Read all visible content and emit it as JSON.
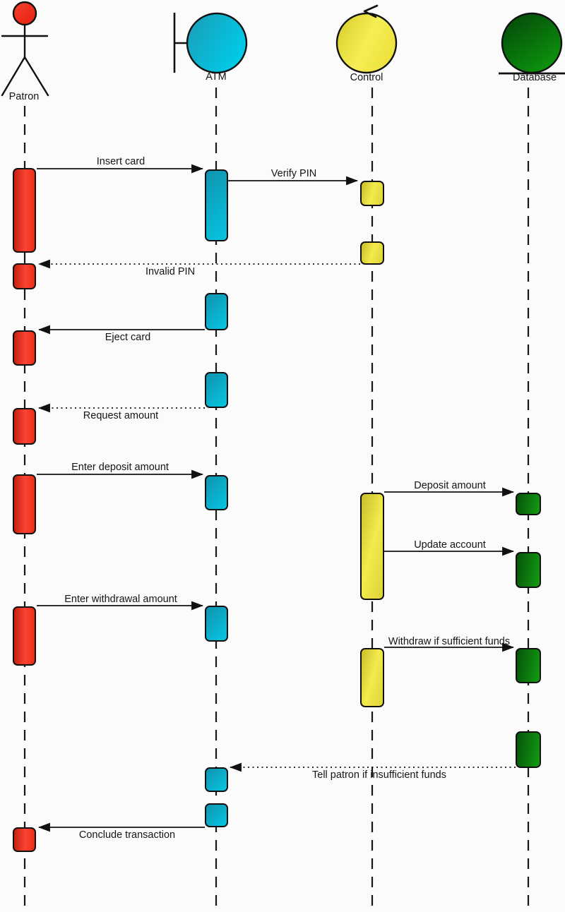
{
  "diagram_type": "UML sequence diagram",
  "colors": {
    "patron_red": "#ee3322",
    "atm_cyan": "#00bcd8",
    "control_yellow": "#ece23c",
    "database_green": "#0b7d0b",
    "line_black": "#111111",
    "background": "#fbfbfb"
  },
  "actors": [
    {
      "label": "Patron",
      "kind": "actor (stick figure)"
    },
    {
      "label": "ATM",
      "kind": "boundary object"
    },
    {
      "label": "Control",
      "kind": "control object"
    },
    {
      "label": "Database",
      "kind": "entity object"
    }
  ],
  "messages": [
    {
      "label": "Insert card",
      "from": "Patron",
      "to": "ATM",
      "line": "solid"
    },
    {
      "label": "Verify PIN",
      "from": "ATM",
      "to": "Control",
      "line": "solid"
    },
    {
      "label": "Invalid PIN",
      "from": "Control",
      "to": "Patron",
      "line": "dotted"
    },
    {
      "label": "Eject card",
      "from": "ATM",
      "to": "Patron",
      "line": "solid"
    },
    {
      "label": "Request amount",
      "from": "ATM",
      "to": "Patron",
      "line": "dotted"
    },
    {
      "label": "Enter deposit amount",
      "from": "Patron",
      "to": "ATM",
      "line": "solid"
    },
    {
      "label": "Deposit amount",
      "from": "Control",
      "to": "Database",
      "line": "solid"
    },
    {
      "label": "Update account",
      "from": "Control",
      "to": "Database",
      "line": "solid"
    },
    {
      "label": "Enter withdrawal amount",
      "from": "Patron",
      "to": "ATM",
      "line": "solid"
    },
    {
      "label": "Withdraw if sufficient funds",
      "from": "Control",
      "to": "Database",
      "line": "solid"
    },
    {
      "label": "Tell patron if insufficient funds",
      "from": "Database",
      "to": "ATM",
      "line": "dotted"
    },
    {
      "label": "Conclude transaction",
      "from": "ATM",
      "to": "Patron",
      "line": "solid"
    }
  ]
}
